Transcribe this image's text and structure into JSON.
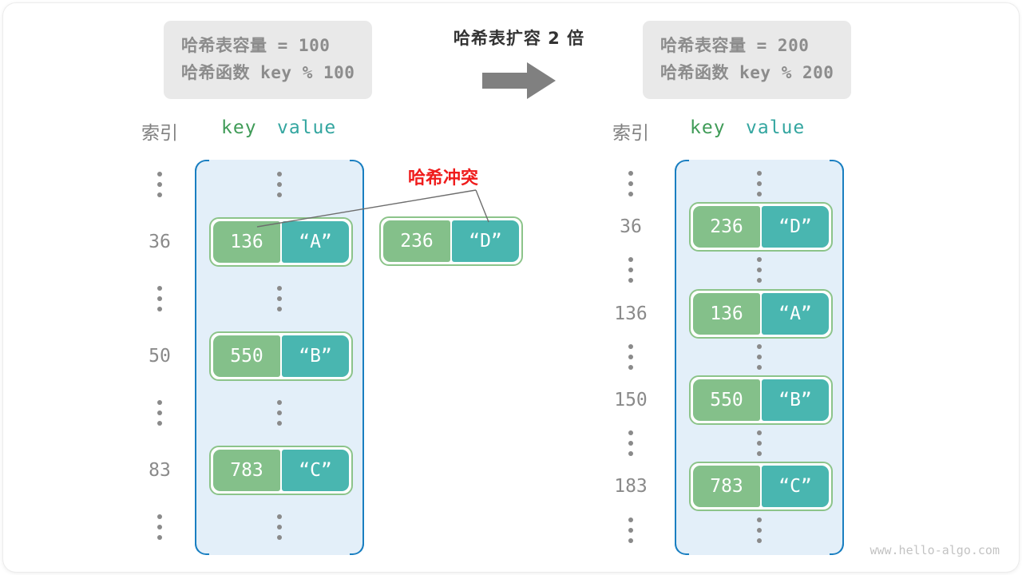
{
  "figure": {
    "watermark": "www.hello-algo.com",
    "transition_title": "哈希表扩容 2 倍",
    "arrow_icon": "right-arrow-icon",
    "collision_label": "哈希冲突",
    "colors": {
      "key_cell": "#84c08a",
      "value_cell": "#49b6b0",
      "pair_border": "#8cc48a",
      "bucket_fill": "#e3eff9",
      "bucket_border": "#1a7fc1",
      "collision_text": "#ef1c1c",
      "info_box_bg": "#e9e9e9",
      "info_text": "#8c8c8c",
      "index_text": "#8a8a8a",
      "key_header": "#3f9b57",
      "value_header": "#34a6a0"
    }
  },
  "before": {
    "info": {
      "capacity_line": "哈希表容量 = 100",
      "hash_func_line": "哈希函数 key % 100"
    },
    "headers": {
      "index": "索引",
      "key": "key",
      "value": "value"
    },
    "rows": [
      {
        "type": "dots",
        "index": "⋮"
      },
      {
        "type": "pair",
        "index": "36",
        "key": "136",
        "value": "“A”"
      },
      {
        "type": "dots",
        "index": "⋮"
      },
      {
        "type": "pair",
        "index": "50",
        "key": "550",
        "value": "“B”"
      },
      {
        "type": "dots",
        "index": "⋮"
      },
      {
        "type": "pair",
        "index": "83",
        "key": "783",
        "value": "“C”"
      },
      {
        "type": "dots",
        "index": "⋮"
      }
    ],
    "overflow_pair": {
      "key": "236",
      "value": "“D”"
    }
  },
  "after": {
    "info": {
      "capacity_line": "哈希表容量 = 200",
      "hash_func_line": "哈希函数 key % 200"
    },
    "headers": {
      "index": "索引",
      "key": "key",
      "value": "value"
    },
    "rows": [
      {
        "type": "dots",
        "index": "⋮"
      },
      {
        "type": "pair",
        "index": "36",
        "key": "236",
        "value": "“D”"
      },
      {
        "type": "dots",
        "index": "⋮"
      },
      {
        "type": "pair",
        "index": "136",
        "key": "136",
        "value": "“A”"
      },
      {
        "type": "dots",
        "index": "⋮"
      },
      {
        "type": "pair",
        "index": "150",
        "key": "550",
        "value": "“B”"
      },
      {
        "type": "dots",
        "index": "⋮"
      },
      {
        "type": "pair",
        "index": "183",
        "key": "783",
        "value": "“C”"
      },
      {
        "type": "dots",
        "index": "⋮"
      }
    ]
  }
}
